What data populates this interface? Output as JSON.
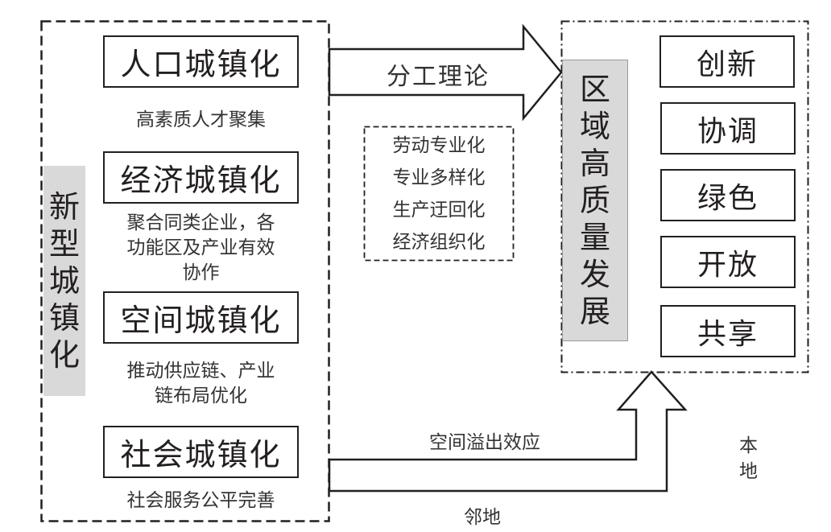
{
  "left_panel": {
    "title_chars": [
      "新",
      "型",
      "城",
      "镇",
      "化"
    ],
    "boxes": [
      {
        "label": "人口城镇化",
        "desc": [
          "高素质人才聚集"
        ]
      },
      {
        "label": "经济城镇化",
        "desc": [
          "聚合同类企业，各",
          "功能区及产业有效",
          "协作"
        ]
      },
      {
        "label": "空间城镇化",
        "desc": [
          "推动供应链、产业",
          "链布局优化"
        ]
      },
      {
        "label": "社会城镇化",
        "desc": [
          "社会服务公平完善"
        ]
      }
    ]
  },
  "middle": {
    "arrow_label": "分工理论",
    "mechanisms": [
      "劳动专业化",
      "专业多样化",
      "生产迂回化",
      "经济组织化"
    ]
  },
  "right_panel": {
    "title_chars": [
      "区",
      "域",
      "高",
      "质",
      "量",
      "发",
      "展"
    ],
    "boxes": [
      "创新",
      "协调",
      "绿色",
      "开放",
      "共享"
    ]
  },
  "bottom": {
    "spillover_label": "空间溢出效应",
    "neighbor_label": "邻地",
    "local_label_chars": [
      "本",
      "地"
    ]
  }
}
